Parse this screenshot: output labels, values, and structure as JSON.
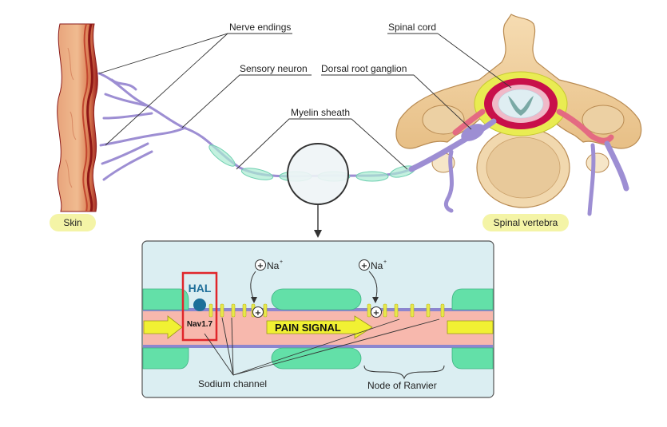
{
  "labels": {
    "nerve_endings": "Nerve endings",
    "sensory_neuron": "Sensory neuron",
    "spinal_cord": "Spinal cord",
    "dorsal_root_ganglion": "Dorsal root ganglion",
    "myelin_sheath": "Myelin sheath",
    "skin": "Skin",
    "spinal_vertebra": "Spinal vertebra",
    "hal": "HAL",
    "nav17": "Nav1.7",
    "pain_signal": "PAIN SIGNAL",
    "sodium_channel": "Sodium channel",
    "node_of_ranvier": "Node of Ranvier",
    "na_symbol": "Na",
    "na_charge": "+"
  },
  "colors": {
    "skin_pill": "#f4f4a6",
    "axon_pink": "#f7b8ad",
    "myelin_green": "#63e0a8",
    "membrane_purple": "#8c86cf",
    "channel_yellow": "#e8e84a",
    "signal_yellow": "#f1f133",
    "hal_box_red": "#e0262b",
    "hal_ball": "#1c6f99",
    "panel_bg": "#dbeef2",
    "neuron_purple": "#9d8ed3"
  }
}
